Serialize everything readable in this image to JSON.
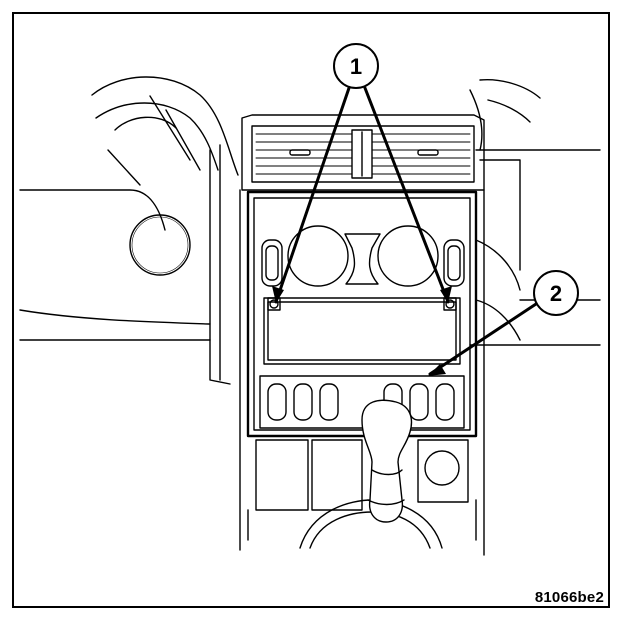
{
  "callouts": [
    {
      "number": "1"
    },
    {
      "number": "2"
    }
  ],
  "reference_code": "81066be2",
  "colors": {
    "line": "#000000",
    "background": "#ffffff"
  }
}
